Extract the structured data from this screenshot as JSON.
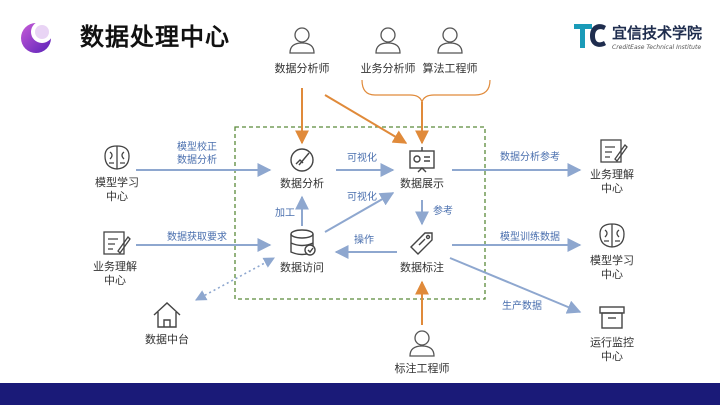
{
  "title": "数据处理中心",
  "brand": {
    "name": "宜信技术学院",
    "subtitle": "CreditEase Technical Institute"
  },
  "colors": {
    "orange": "#e08a3a",
    "blue": "#8ea7cf",
    "dashed_box": "#5a8a3a",
    "footer": "#1a1a78",
    "logo_purple": "#7b2cc4",
    "logo_brand": "#1f2d4e"
  },
  "roles": {
    "analyst": "数据分析师",
    "business_analyst": "业务分析师",
    "algorithm_engineer": "算法工程师",
    "labeling_engineer": "标注工程师"
  },
  "nodes": {
    "analysis": "数据分析",
    "display": "数据展示",
    "access": "数据访问",
    "labeling": "数据标注",
    "model_learning_left": "模型学习\n中心",
    "business_left": "业务理解\n中心",
    "data_platform": "数据中台",
    "business_right": "业务理解\n中心",
    "model_learning_right": "模型学习\n中心",
    "ops_monitor": "运行监控\n中心"
  },
  "edges": {
    "model_check": "模型校正\n数据分析",
    "data_request": "数据获取要求",
    "visualize_top": "可视化",
    "visualize_mid": "可视化",
    "process": "加工",
    "reference": "参考",
    "operation": "操作",
    "analysis_ref": "数据分析参考",
    "model_train": "模型训练数据",
    "production": "生产数据"
  }
}
